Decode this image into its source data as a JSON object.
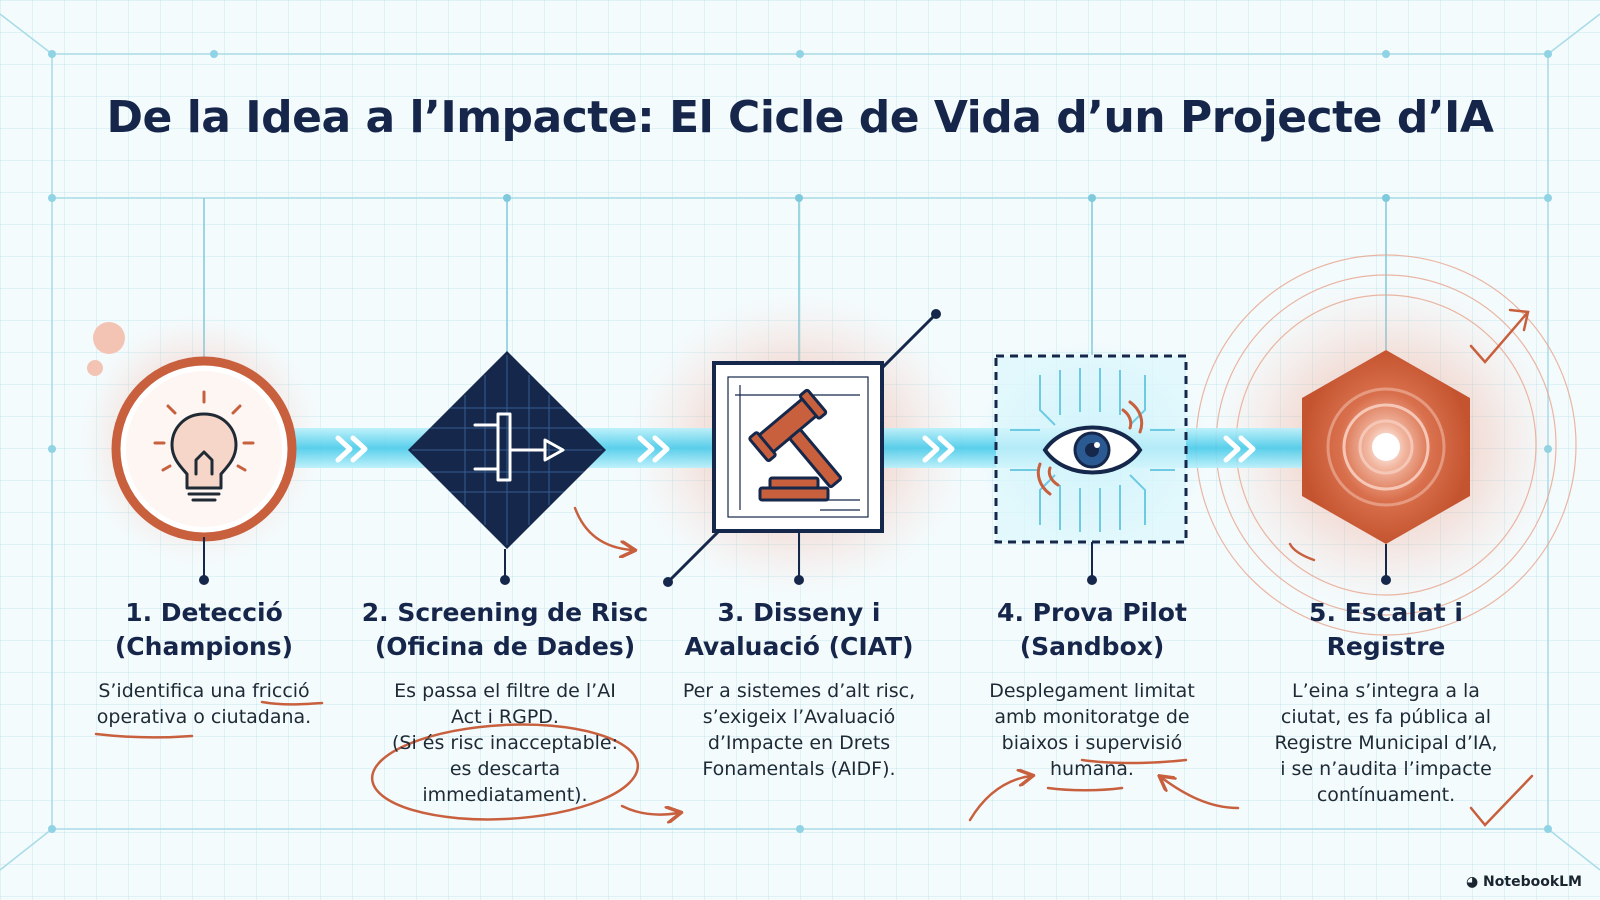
{
  "title": "De la Idea a l’Impacte: El Cicle de Vida d’un Projecte d’IA",
  "steps": [
    {
      "heading": [
        "1. Detecció",
        "(Champions)"
      ],
      "description": [
        "S’identifica una fricció",
        "operativa o ciutadana."
      ],
      "icon": "lightbulb-icon"
    },
    {
      "heading": [
        "2. Screening de Risc",
        "(Oficina de Dades)"
      ],
      "description": [
        "Es passa el filtre de l’AI",
        "Act i RGPD.",
        "(Si és risc inacceptable:",
        "es descarta",
        "immediatament)."
      ],
      "icon": "circuit-logic-icon"
    },
    {
      "heading": [
        "3. Disseny i",
        "Avaluació (CIAT)"
      ],
      "description": [
        "Per a sistemes d’alt risc,",
        "s’exigeix l’Avaluació",
        "d’Impacte en Drets",
        "Fonamentals (AIDF)."
      ],
      "icon": "gavel-icon"
    },
    {
      "heading": [
        "4. Prova Pilot",
        "(Sandbox)"
      ],
      "description": [
        "Desplegament limitat",
        "amb monitoratge de",
        "biaixos i supervisió",
        "humana."
      ],
      "icon": "eye-circuit-icon"
    },
    {
      "heading": [
        "5. Escalat i",
        "Registre"
      ],
      "description": [
        "L’eina s’integra a la",
        "ciutat, es fa pública al",
        "Registre Municipal d’IA,",
        "i se n’audita l’impacte",
        "contínuament."
      ],
      "icon": "target-hexagon-icon"
    }
  ],
  "brand": "NotebookLM",
  "colors": {
    "navy": "#16264a",
    "accent": "#c8603e",
    "flow": "#5fd3ee",
    "grid": "#bfe6ef"
  }
}
